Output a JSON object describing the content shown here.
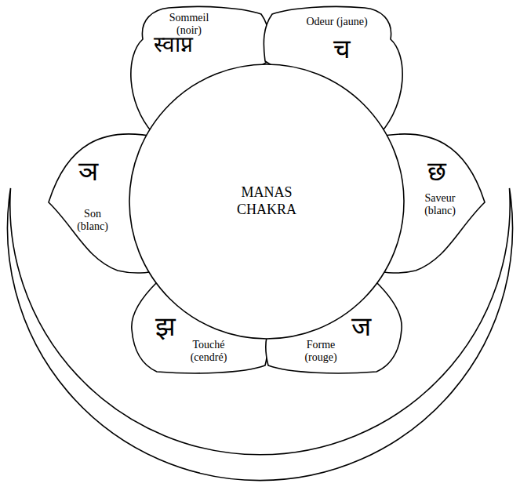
{
  "diagram": {
    "nodes": [
      {
        "text": [
          "Sommeil (noir)",
          "स्वाप्न"
        ]
      },
      {
        "text": [
          "Odeur (jaune)",
          "च"
        ]
      },
      {
        "text": [
          "Son (blanc)",
          "ञ"
        ]
      },
      {
        "text": [
          "MANAS CHAKRA"
        ]
      },
      {
        "text": [
          "Saveur (blanc)",
          "छ"
        ]
      },
      {
        "text": [
          "Touché (cendré)",
          "झ"
        ]
      },
      {
        "text": [
          "Forme (rouge)",
          "ज"
        ]
      }
    ]
  }
}
